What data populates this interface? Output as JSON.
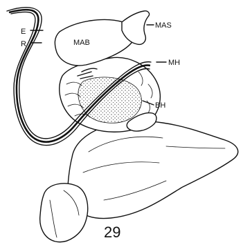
{
  "labels": {
    "e": "E",
    "r": "R",
    "mab": "MAB",
    "mas": "MAS",
    "mh": "MH",
    "bh": "BH"
  },
  "figure_number": "29"
}
